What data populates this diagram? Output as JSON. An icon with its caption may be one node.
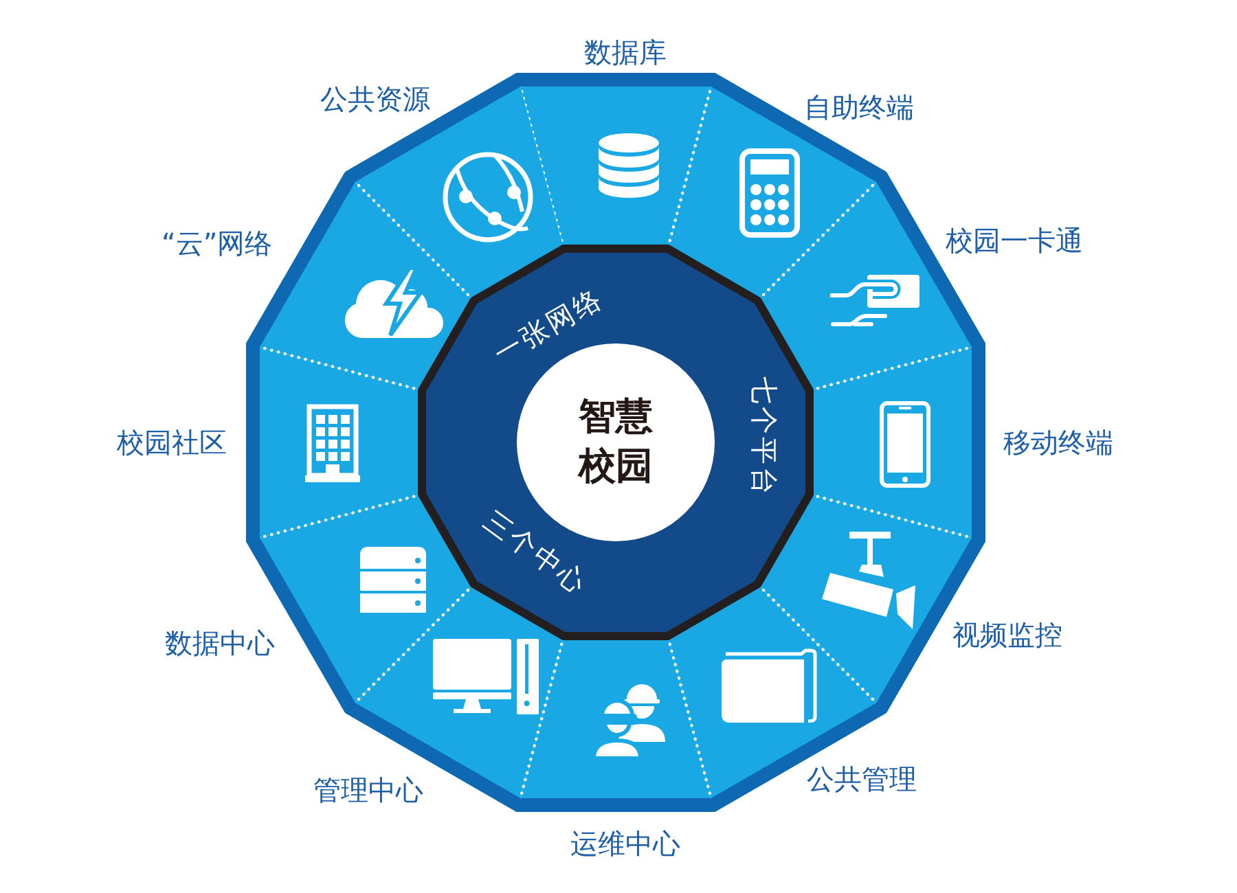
{
  "diagram": {
    "nodes": [
      {
        "text": [
          "数据库"
        ]
      },
      {
        "text": [
          "自助终端"
        ]
      },
      {
        "text": [
          "校园一卡通"
        ]
      },
      {
        "text": [
          "移动终端"
        ]
      },
      {
        "text": [
          "视频监控"
        ]
      },
      {
        "text": [
          "公共管理"
        ]
      },
      {
        "text": [
          "运维中心"
        ]
      },
      {
        "text": [
          "管理中心"
        ]
      },
      {
        "text": [
          "数据中心"
        ]
      },
      {
        "text": [
          "校园社区"
        ]
      },
      {
        "text": [
          "“云”网络"
        ]
      },
      {
        "text": [
          "公共资源"
        ]
      },
      {
        "text": [
          "一张网络",
          "七个平台",
          "三个中心"
        ]
      },
      {
        "text": [
          "智慧校园"
        ],
        "in": 12
      }
    ]
  }
}
